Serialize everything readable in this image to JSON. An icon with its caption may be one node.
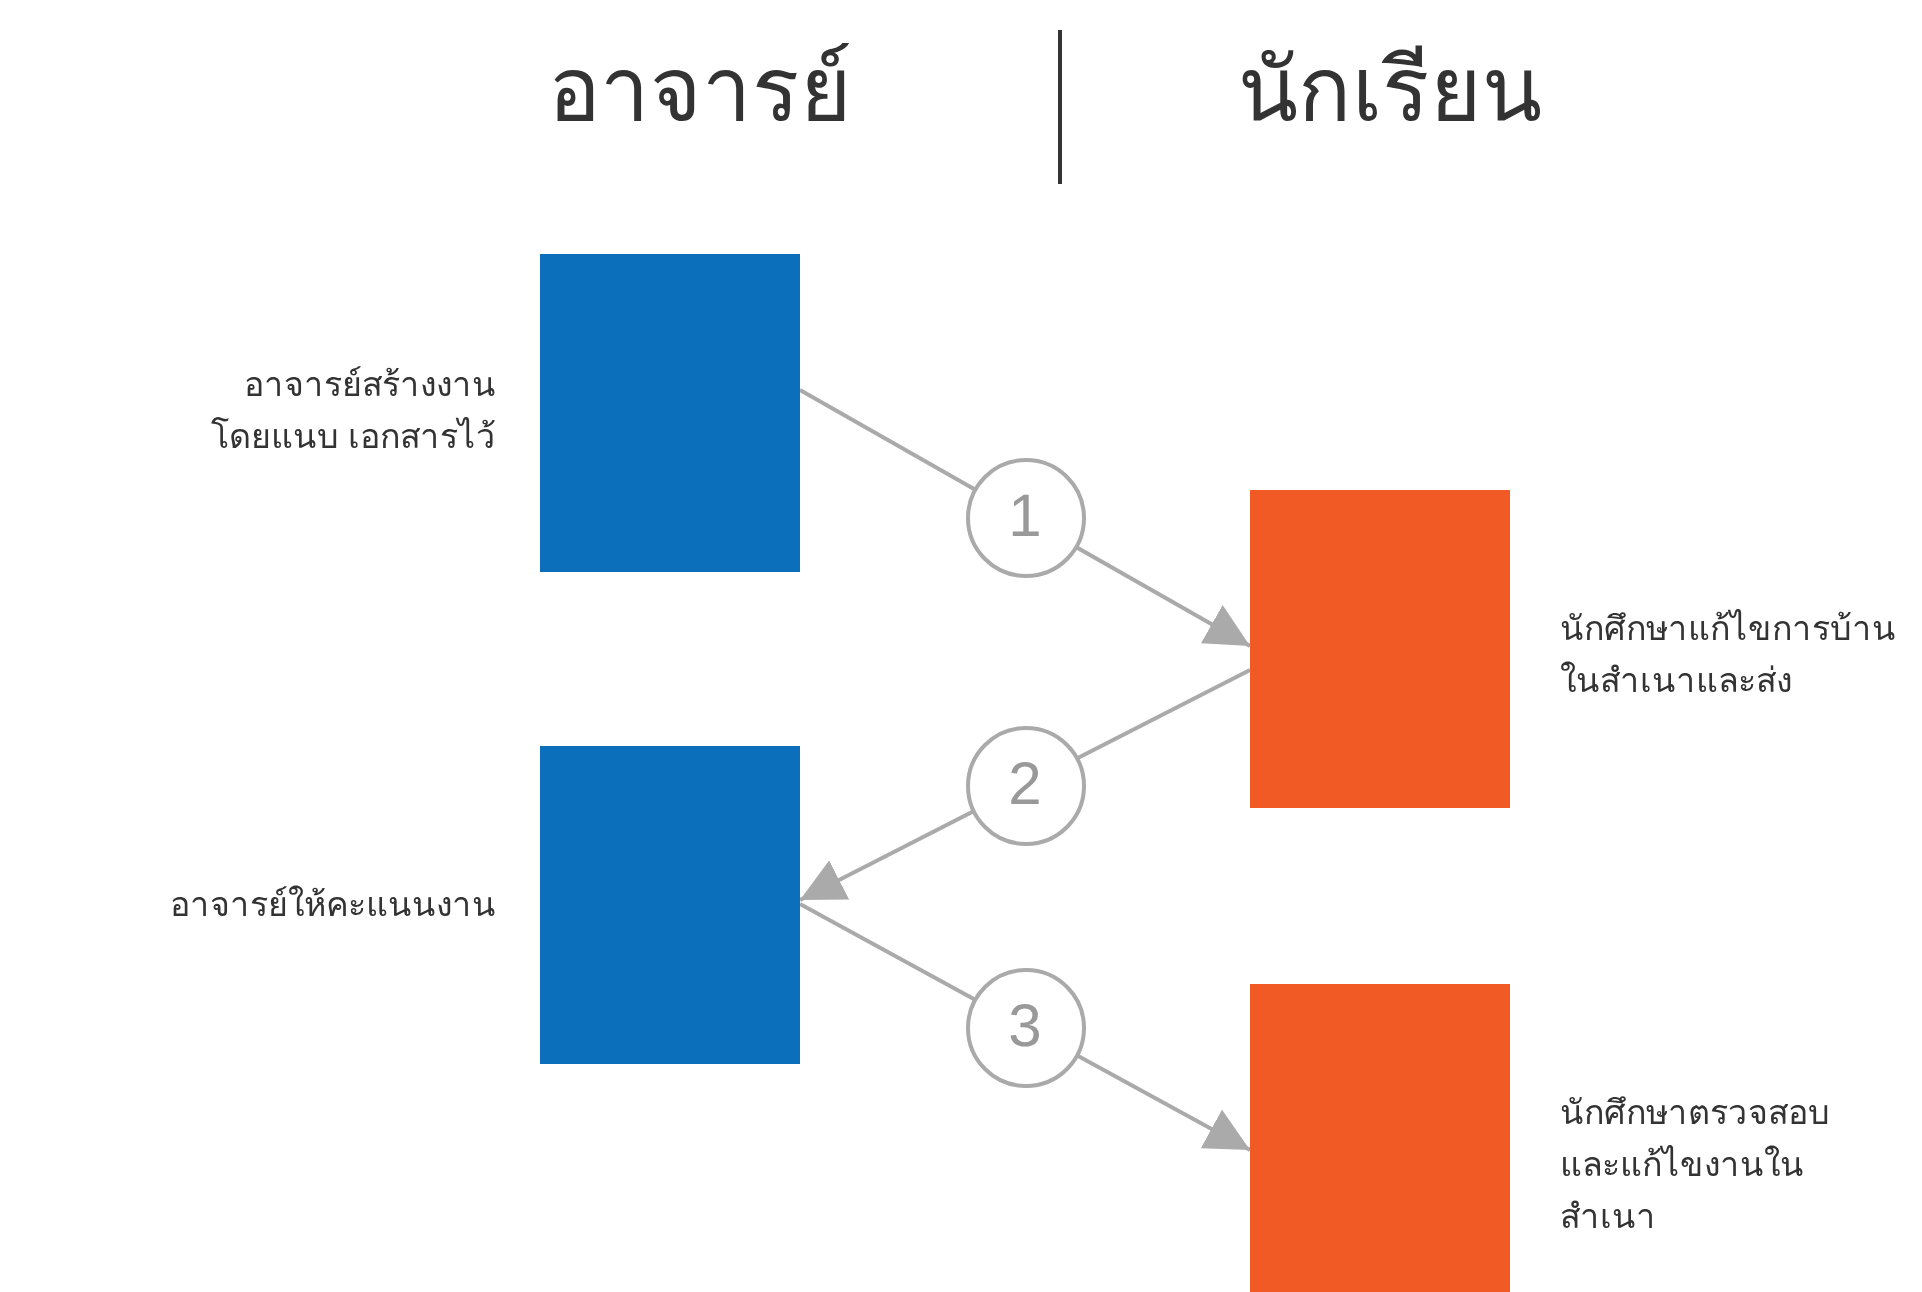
{
  "diagram": {
    "nodes": [
      {
        "text": [],
        "shape": "box",
        "beside": [
          "อาจารย์สร้างงาน โดยแนบ เอกสารไว้"
        ]
      },
      {
        "text": [],
        "shape": "box",
        "beside": [
          "นักศึกษาแก้ไขการบ้าน ในสำเนาและส่ง"
        ]
      },
      {
        "text": [],
        "shape": "box",
        "beside": [
          "อาจารย์ให้คะแนนงาน"
        ]
      },
      {
        "text": [],
        "shape": "box",
        "beside": [
          "นักศึกษาตรวจสอบ และแก้ไขงานในสำเนา"
        ]
      }
    ],
    "edges": [
      {
        "from": 0,
        "to": 1,
        "arrow": "to",
        "label": "1"
      },
      {
        "from": 1,
        "to": 2,
        "arrow": "to",
        "label": "2"
      },
      {
        "from": 2,
        "to": 3,
        "arrow": "to",
        "label": "3"
      }
    ],
    "labels": [
      "อาจารย์",
      "นักเรียน"
    ]
  }
}
